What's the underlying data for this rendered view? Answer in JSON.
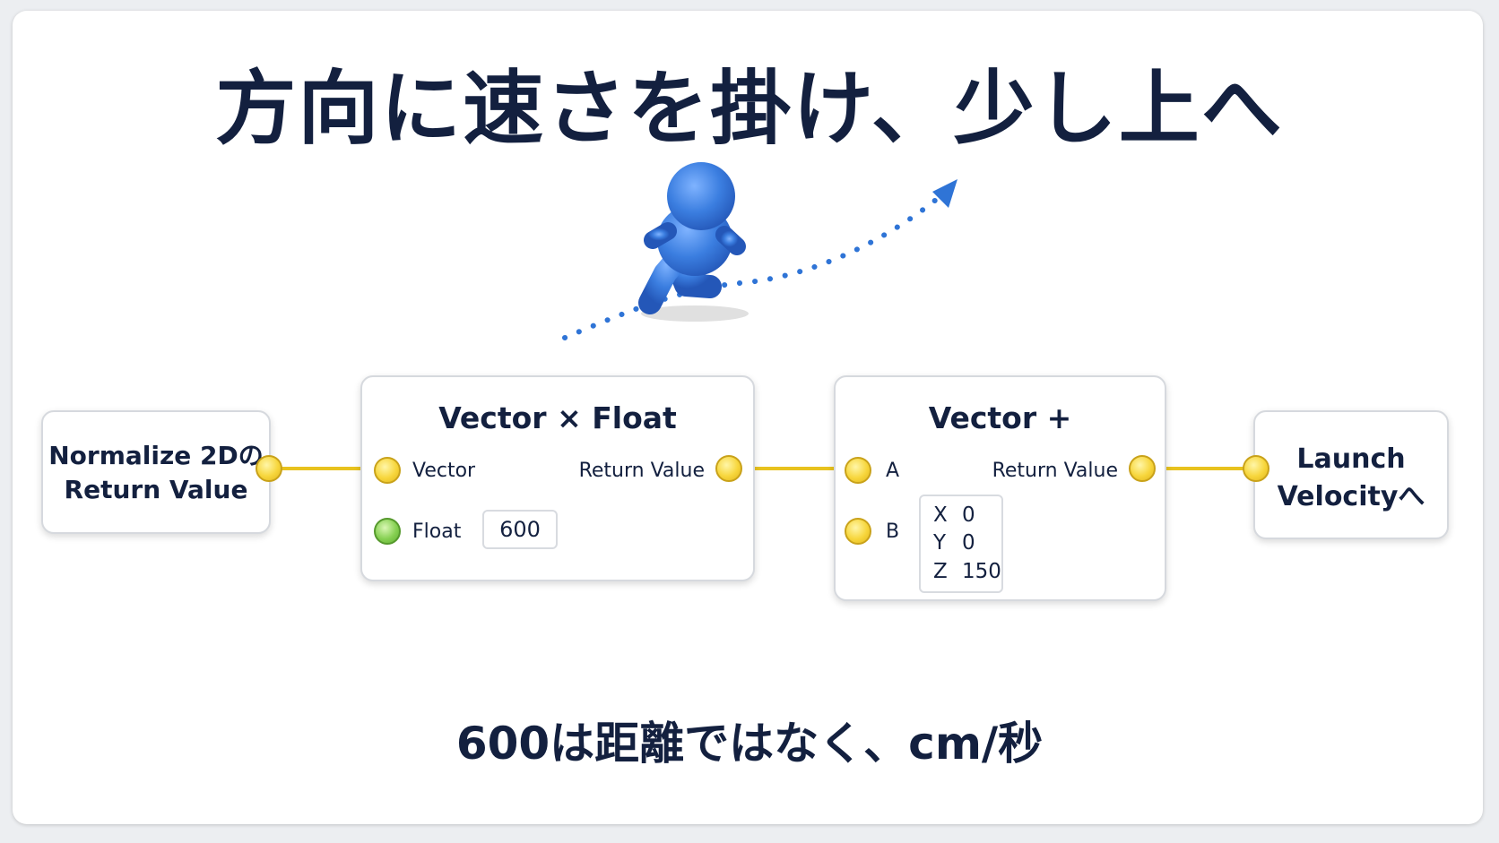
{
  "title": "方向に速さを掛け、少し上へ",
  "footer": "600は距離ではなく、cm/秒",
  "source_node": {
    "line1": "Normalize 2Dの",
    "line2": "Return Value"
  },
  "multiply_node": {
    "title": "Vector × Float",
    "input_vector_label": "Vector",
    "output_label": "Return Value",
    "input_float_label": "Float",
    "float_value": "600"
  },
  "add_node": {
    "title": "Vector +",
    "input_a_label": "A",
    "input_b_label": "B",
    "output_label": "Return Value",
    "b_value": {
      "x_label": "X",
      "x": "0",
      "y_label": "Y",
      "y": "0",
      "z_label": "Z",
      "z": "150"
    }
  },
  "target_node": {
    "line1": "Launch",
    "line2": "Velocityへ"
  },
  "colors": {
    "text": "#13203f",
    "wire": "#e8c21e",
    "pin_vector": "#f7d63c",
    "pin_float": "#86d052",
    "figure": "#3b7ee0",
    "trajectory": "#2f74d6"
  },
  "icons": {
    "figure": "running-person-icon",
    "trajectory": "dotted-arrow-icon"
  }
}
